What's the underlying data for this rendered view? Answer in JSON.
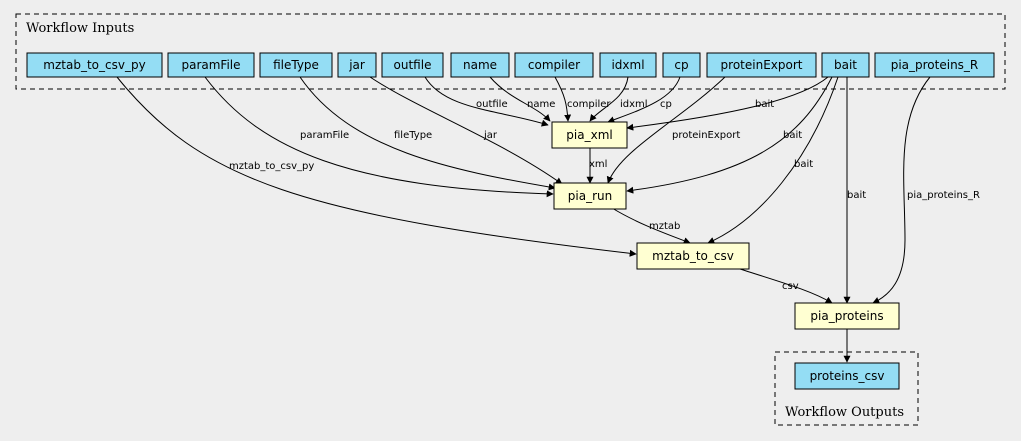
{
  "clusters": {
    "inputs_label": "Workflow Inputs",
    "outputs_label": "Workflow Outputs"
  },
  "inputs": [
    {
      "id": "mztab_to_csv_py",
      "label": "mztab_to_csv_py"
    },
    {
      "id": "paramFile",
      "label": "paramFile"
    },
    {
      "id": "fileType",
      "label": "fileType"
    },
    {
      "id": "jar",
      "label": "jar"
    },
    {
      "id": "outfile",
      "label": "outfile"
    },
    {
      "id": "name",
      "label": "name"
    },
    {
      "id": "compiler",
      "label": "compiler"
    },
    {
      "id": "idxml",
      "label": "idxml"
    },
    {
      "id": "cp",
      "label": "cp"
    },
    {
      "id": "proteinExport",
      "label": "proteinExport"
    },
    {
      "id": "bait",
      "label": "bait"
    },
    {
      "id": "pia_proteins_R",
      "label": "pia_proteins_R"
    }
  ],
  "steps": [
    {
      "id": "pia_xml",
      "label": "pia_xml"
    },
    {
      "id": "pia_run",
      "label": "pia_run"
    },
    {
      "id": "mztab_to_csv",
      "label": "mztab_to_csv"
    },
    {
      "id": "pia_proteins",
      "label": "pia_proteins"
    }
  ],
  "outputs": [
    {
      "id": "proteins_csv",
      "label": "proteins_csv"
    }
  ],
  "edges": [
    {
      "from": "outfile",
      "to": "pia_xml",
      "label": "outfile"
    },
    {
      "from": "name",
      "to": "pia_xml",
      "label": "name"
    },
    {
      "from": "compiler",
      "to": "pia_xml",
      "label": "compiler"
    },
    {
      "from": "idxml",
      "to": "pia_xml",
      "label": "idxml"
    },
    {
      "from": "cp",
      "to": "pia_xml",
      "label": "cp"
    },
    {
      "from": "bait",
      "to": "pia_xml",
      "label": "bait"
    },
    {
      "from": "pia_xml",
      "to": "pia_run",
      "label": "xml"
    },
    {
      "from": "paramFile",
      "to": "pia_run",
      "label": "paramFile"
    },
    {
      "from": "fileType",
      "to": "pia_run",
      "label": "fileType"
    },
    {
      "from": "jar",
      "to": "pia_run",
      "label": "jar"
    },
    {
      "from": "proteinExport",
      "to": "pia_run",
      "label": "proteinExport"
    },
    {
      "from": "bait",
      "to": "pia_run",
      "label": "bait"
    },
    {
      "from": "mztab_to_csv_py",
      "to": "mztab_to_csv",
      "label": "mztab_to_csv_py"
    },
    {
      "from": "pia_run",
      "to": "mztab_to_csv",
      "label": "mztab"
    },
    {
      "from": "bait",
      "to": "mztab_to_csv",
      "label": "bait"
    },
    {
      "from": "mztab_to_csv",
      "to": "pia_proteins",
      "label": "csv"
    },
    {
      "from": "bait",
      "to": "pia_proteins",
      "label": "bait"
    },
    {
      "from": "pia_proteins_R",
      "to": "pia_proteins",
      "label": "pia_proteins_R"
    },
    {
      "from": "pia_proteins",
      "to": "proteins_csv",
      "label": ""
    }
  ]
}
